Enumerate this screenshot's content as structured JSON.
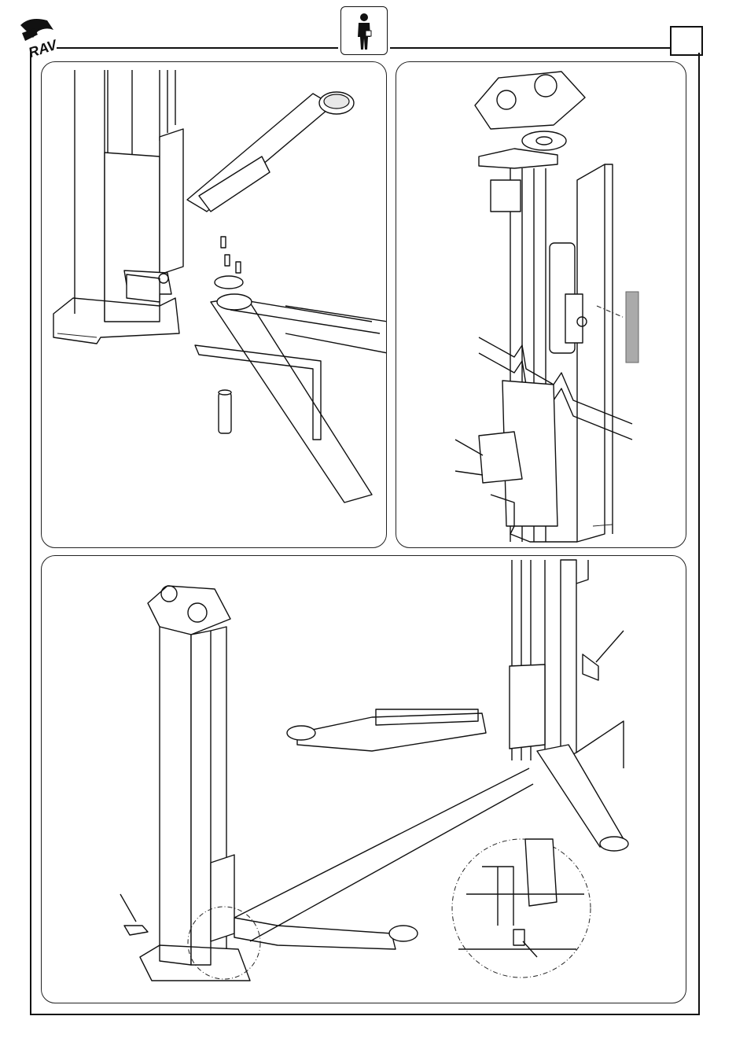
{
  "header": {
    "logo_text": "RAV",
    "person_icon": "person-icon"
  },
  "panels": [
    {
      "name": "arm-mounting-view"
    },
    {
      "name": "column-cover-view"
    },
    {
      "name": "lift-overview"
    }
  ],
  "colors": {
    "line": "#111111",
    "background": "#ffffff",
    "label_strip": "#aaaaaa"
  }
}
